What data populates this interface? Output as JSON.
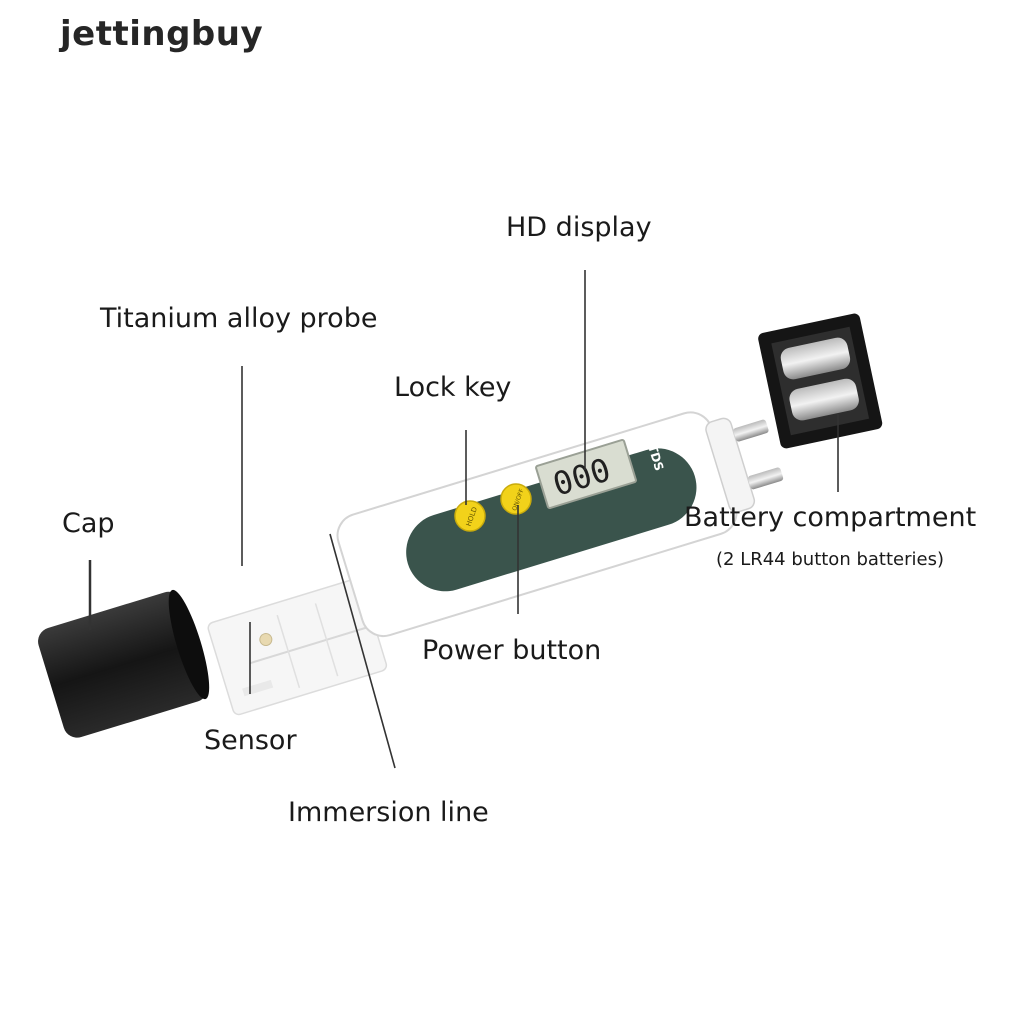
{
  "brand": {
    "watermark": "jettingbuy"
  },
  "device": {
    "display_reading": "000",
    "display_label": "TDS",
    "hold_key_text": "HOLD",
    "power_key_text": "ON/OFF"
  },
  "labels": {
    "hd_display": "HD display",
    "titanium_probe": "Titanium alloy probe",
    "lock_key": "Lock key",
    "cap": "Cap",
    "battery_compartment": "Battery compartment",
    "battery_note": "(2 LR44 button batteries)",
    "power_button": "Power button",
    "sensor": "Sensor",
    "immersion_line": "Immersion line"
  },
  "colors": {
    "panel": "#3a544c",
    "button": "#f2d21a",
    "lcd": "#d9ddd1",
    "body": "#ffffff",
    "cap": "#1c1c1c"
  }
}
